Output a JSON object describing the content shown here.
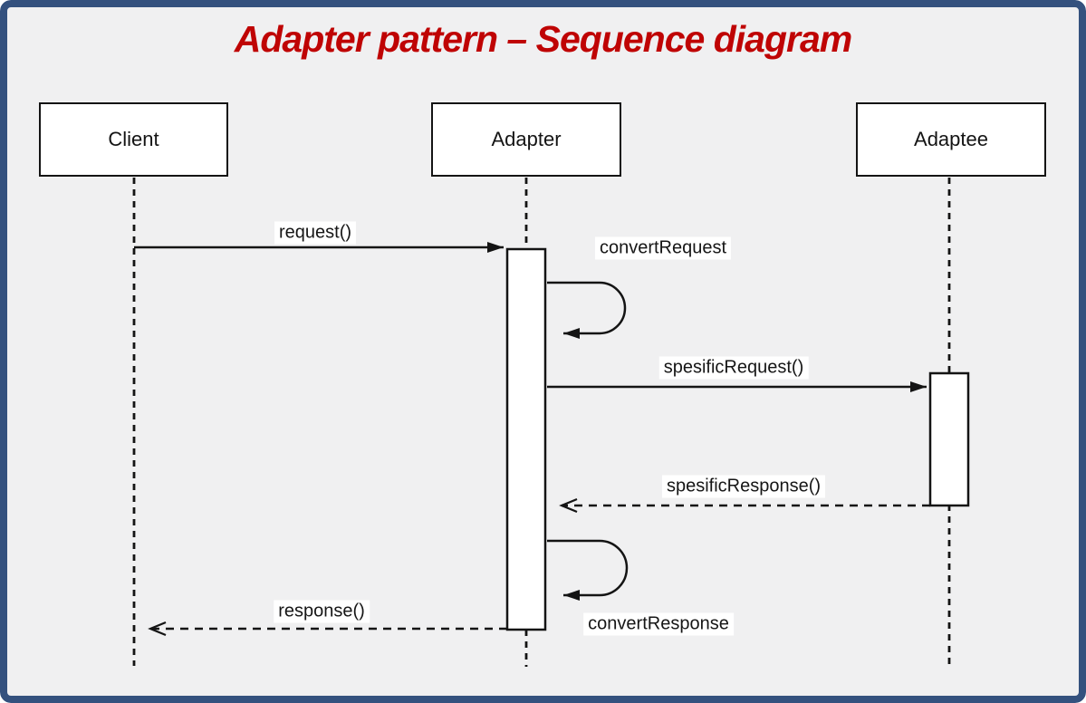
{
  "title": "Adapter pattern – Sequence diagram",
  "diagram": {
    "type": "uml-sequence",
    "participants": [
      {
        "id": "client",
        "label": "Client"
      },
      {
        "id": "adapter",
        "label": "Adapter"
      },
      {
        "id": "adaptee",
        "label": "Adaptee"
      }
    ],
    "messages": [
      {
        "label": "request()",
        "from": "client",
        "to": "adapter",
        "style": "solid",
        "arrow": "filled"
      },
      {
        "label": "convertRequest",
        "from": "adapter",
        "to": "adapter",
        "style": "self",
        "arrow": "filled"
      },
      {
        "label": "spesificRequest()",
        "from": "adapter",
        "to": "adaptee",
        "style": "solid",
        "arrow": "filled"
      },
      {
        "label": "spesificResponse()",
        "from": "adaptee",
        "to": "adapter",
        "style": "dashed",
        "arrow": "open"
      },
      {
        "label": "convertResponse",
        "from": "adapter",
        "to": "adapter",
        "style": "self",
        "arrow": "filled"
      },
      {
        "label": "response()",
        "from": "adapter",
        "to": "client",
        "style": "dashed",
        "arrow": "open"
      }
    ],
    "activations": [
      {
        "participant": "adapter",
        "note": "long activation bar spanning request to response"
      },
      {
        "participant": "adaptee",
        "note": "short activation bar spanning spesificRequest to spesificResponse"
      }
    ]
  },
  "colors": {
    "frame_border": "#34517e",
    "background": "#f0f0f1",
    "title_red": "#bf0404",
    "line_black": "#141414",
    "box_fill": "#ffffff"
  }
}
